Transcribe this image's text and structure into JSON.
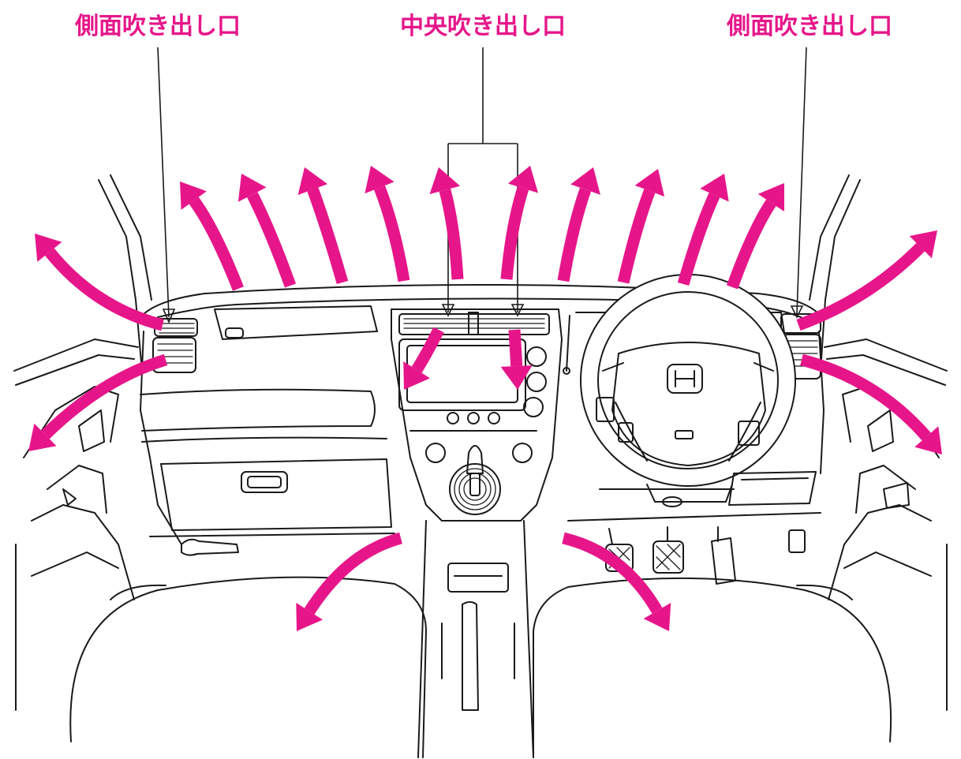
{
  "labels": {
    "side_vent_left": "側面吹き出し口",
    "center_vent": "中央吹き出し口",
    "side_vent_right": "側面吹き出し口"
  },
  "colors": {
    "airflow": "#e6168a",
    "label": "#e6168a",
    "line_art": "#1a1a1a",
    "background": "#ffffff"
  },
  "icons": {
    "steering_logo": "honda-emblem-icon"
  }
}
